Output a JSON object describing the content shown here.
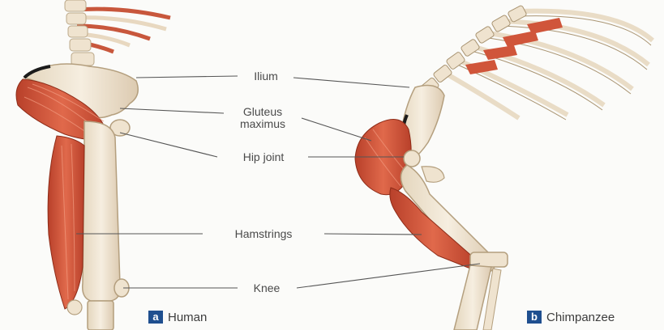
{
  "colors": {
    "bone": "#f2e8d8",
    "bone_shadow": "#d8c6a8",
    "muscle": "#d9593d",
    "muscle_dark": "#a8351f",
    "leader_line": "#555555",
    "badge": "#1f4f8f"
  },
  "labels": {
    "ilium": "Ilium",
    "gluteus_line1": "Gluteus",
    "gluteus_line2": "maximus",
    "hip_joint": "Hip joint",
    "hamstrings": "Hamstrings",
    "knee": "Knee"
  },
  "captions": {
    "human": {
      "badge": "a",
      "text": "Human"
    },
    "chimpanzee": {
      "badge": "b",
      "text": "Chimpanzee"
    }
  }
}
